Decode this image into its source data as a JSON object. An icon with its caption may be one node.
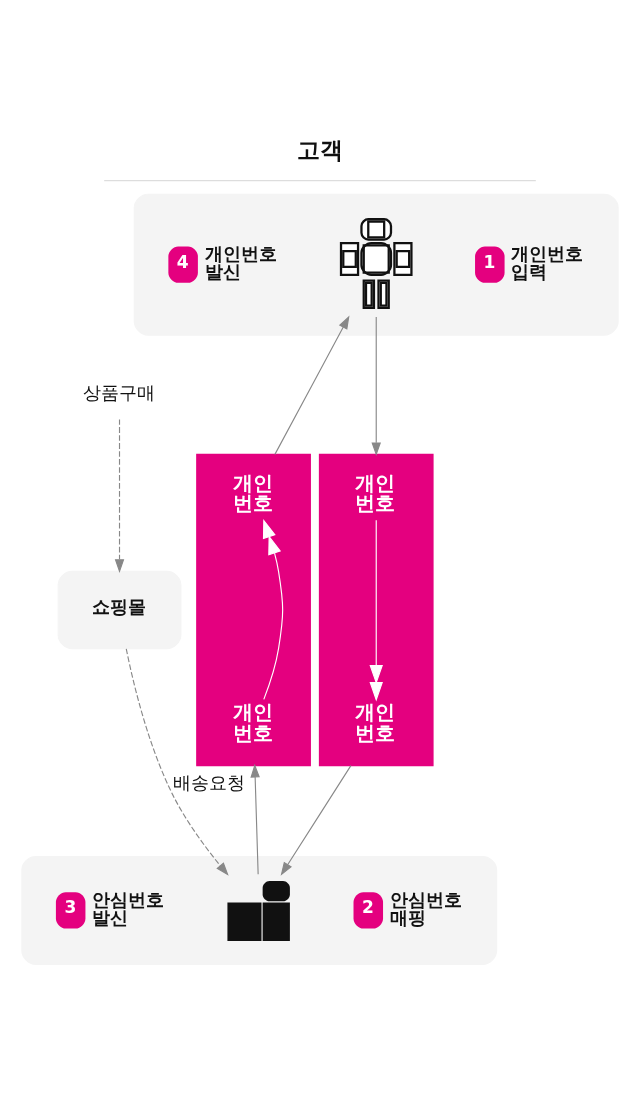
{
  "diagram": {
    "title": "고객",
    "nodes": [
      {
        "text": [],
        "shape": "box"
      },
      {
        "text": [
          "4"
        ],
        "beside": [
          "개인번호 발신"
        ],
        "in": 0
      },
      {
        "text": [],
        "shape": "person",
        "in": 0
      },
      {
        "text": [
          "1"
        ],
        "beside": [
          "개인번호 입력"
        ],
        "in": 0
      },
      {
        "text": [
          "상품구매"
        ]
      },
      {
        "text": [],
        "shape": "box"
      },
      {
        "text": [
          "개인 번호"
        ],
        "in": 5
      },
      {
        "text": [
          "개인 번호"
        ],
        "in": 5
      },
      {
        "text": [
          "쇼핑몰"
        ]
      },
      {
        "text": [],
        "shape": "box"
      },
      {
        "text": [
          "개인 번호"
        ],
        "in": 9
      },
      {
        "text": [
          "개인 번호"
        ],
        "in": 9
      },
      {
        "text": [],
        "shape": "box"
      },
      {
        "text": [
          "3"
        ],
        "beside": [
          "안심번호 발신"
        ],
        "in": 12
      },
      {
        "text": [],
        "shape": "person",
        "in": 12
      },
      {
        "text": [
          "2"
        ],
        "beside": [
          "안심번호 매핑"
        ],
        "in": 12
      }
    ],
    "edges": [
      {
        "from": 2,
        "to": 9,
        "arrow": "to"
      },
      {
        "from": 8,
        "to": 14,
        "arrow": "to",
        "style": "dashed",
        "label": "배송요청"
      },
      {
        "from": 9,
        "to": 14,
        "arrow": "to"
      },
      {
        "from": 14,
        "to": 5,
        "arrow": "to"
      },
      {
        "from": 5,
        "to": 2,
        "arrow": "to"
      },
      {
        "from": 7,
        "to": 6,
        "arrow": "to",
        "color": "#ffffff"
      },
      {
        "from": 10,
        "to": 11,
        "arrow": "to",
        "color": "#ffffff"
      },
      {
        "from": 4,
        "to": 8,
        "arrow": "to",
        "style": "dashed"
      }
    ]
  }
}
